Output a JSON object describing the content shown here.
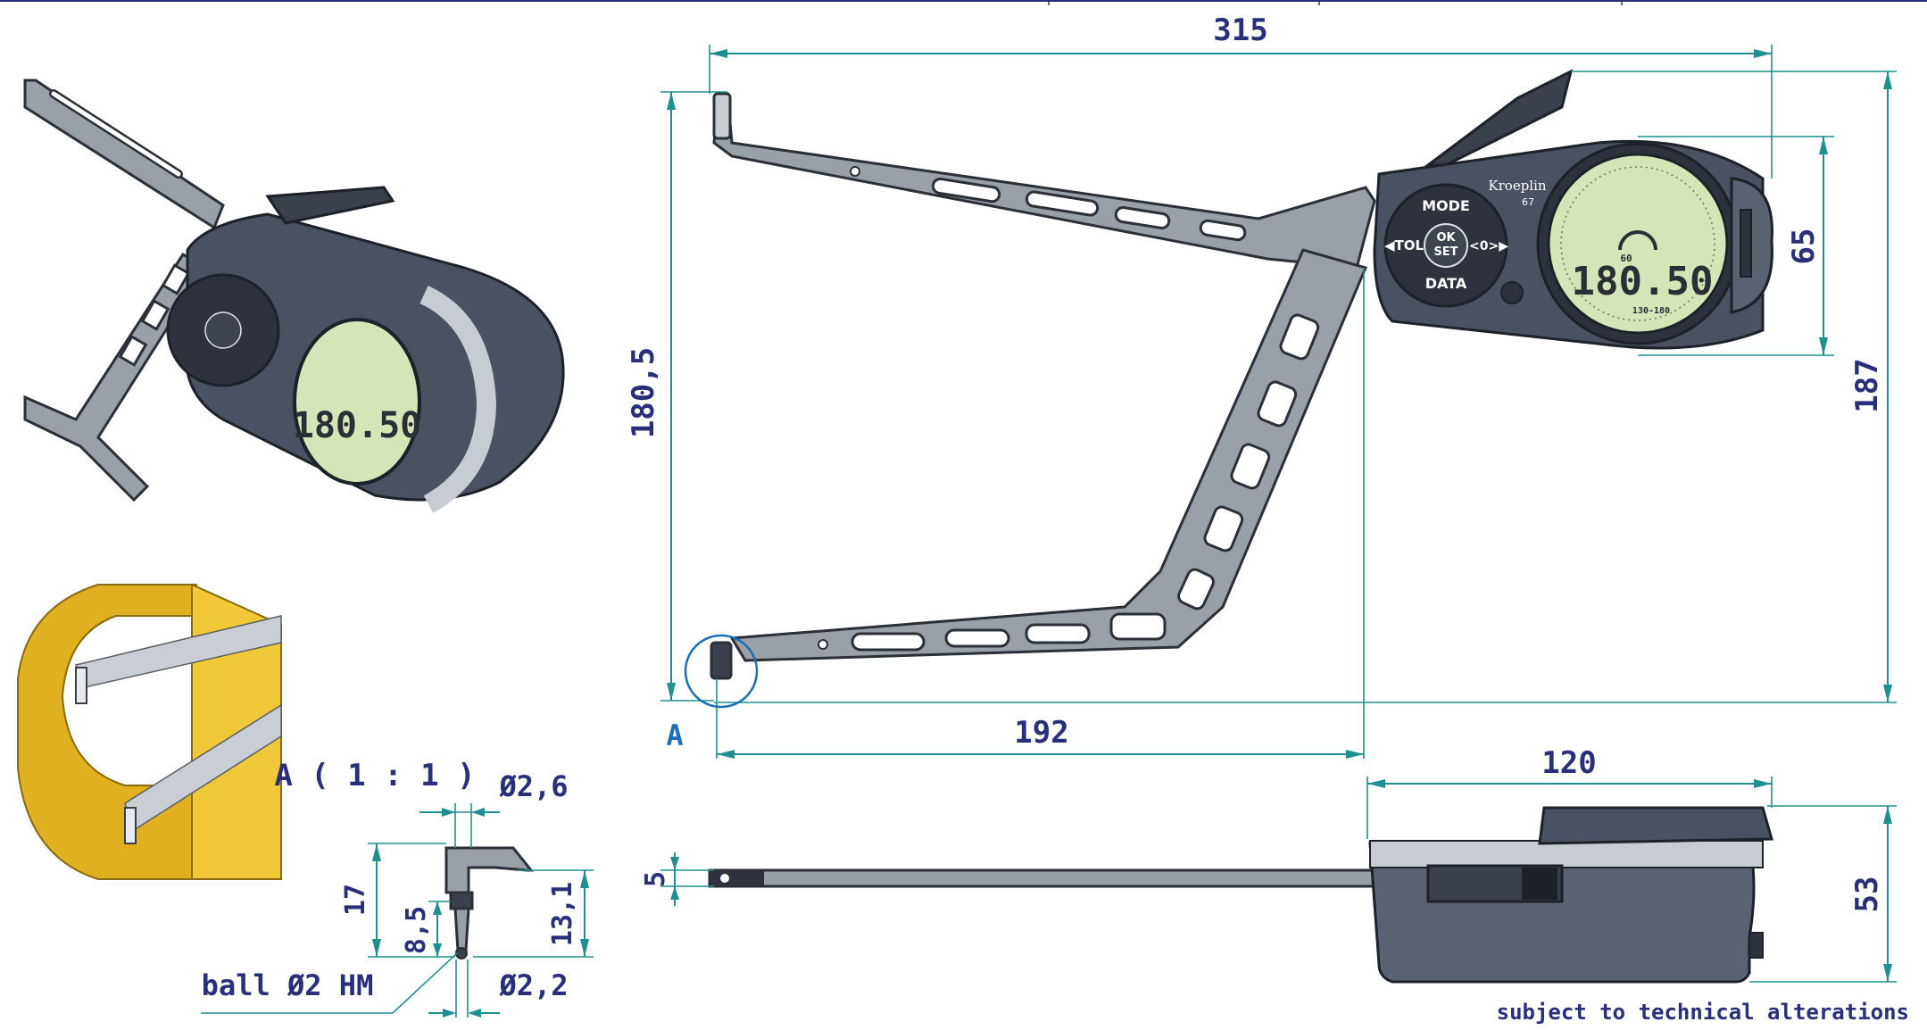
{
  "drawing": {
    "dimensions": {
      "total_length": "315",
      "height_outer": "180,5",
      "overall_height": "187",
      "dial_height": "65",
      "arm_reach": "192",
      "body_width": "120",
      "body_depth": "53",
      "tip_thickness": "5"
    },
    "detail": {
      "marker": "A",
      "title": "A ( 1 : 1 )",
      "d_top": "Ø2,6",
      "d_bottom": "Ø2,2",
      "h_total": "17",
      "h_stem": "8,5",
      "h_right": "13,1",
      "ball_label": "ball Ø2 HM"
    },
    "device": {
      "brand": "Kroeplin",
      "model": "67",
      "buttons": {
        "mode": "MODE",
        "ok": "OK",
        "set": "SET",
        "tol": "◀TOL",
        "zero": "<0>▶",
        "data": "DATA"
      },
      "display_value": "180.50",
      "display_range": "130-180",
      "display_small": "60"
    },
    "footer_note": "subject to technical alterations",
    "colors": {
      "dimension_text": "#2a2f7a",
      "dimension_line": "#1f8f8f",
      "body": "#4a5160",
      "lcd": "#d4e6b8",
      "gold": "#e0b020"
    }
  }
}
